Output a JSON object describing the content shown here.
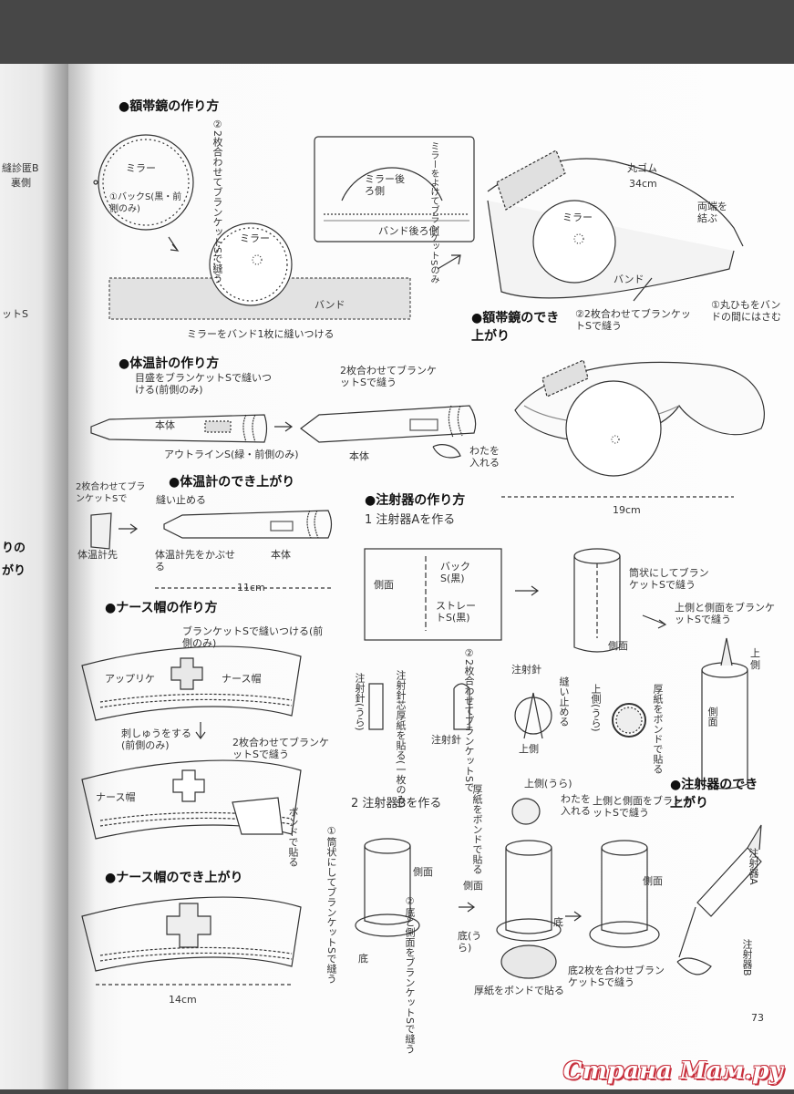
{
  "left_page": {
    "l1": "縫診匿B",
    "l2": "裏側",
    "l3": "ットS",
    "l4": "りの",
    "l5": "がり"
  },
  "mirror": {
    "heading": "●額帯鏡の作り方",
    "step2": "②2枚合わせてブランケットSで縫う",
    "mirror1": "ミラー",
    "step1": "①バックS(黒・前側のみ)",
    "mirror2": "ミラー",
    "band": "バンド",
    "caption": "ミラーをバンド1枚に縫いつける",
    "box_note": "ミラーをよけてブランケットSのみ",
    "back_label": "ミラー後ろ側",
    "band_back": "バンド後ろ側",
    "elastic": "丸ゴム",
    "elastic_len": "34cm",
    "tie": "両端を結ぶ",
    "mirror3": "ミラー",
    "band2": "バンド",
    "step2b": "②2枚合わせてブランケットSで縫う",
    "step1b": "①丸ひもをバンドの間にはさむ",
    "done_heading": "●額帯鏡のでき上がり",
    "done_width": "19cm"
  },
  "thermo": {
    "heading": "●体温計の作り方",
    "scale": "目盛をブランケットSで縫いつける(前側のみ)",
    "body": "本体",
    "outline": "アウトラインS(緑・前側のみ)",
    "step2": "2枚合わせてブランケットSで縫う",
    "body2": "本体",
    "cotton": "わたを入れる",
    "done_heading": "●体温計のでき上がり",
    "note2": "2枚合わせてブランケットSで",
    "stop": "縫い止める",
    "tip": "体温計先",
    "cover": "体温計先をかぶせる",
    "body3": "本体",
    "length": "11cm"
  },
  "cap": {
    "heading": "●ナース帽の作り方",
    "sew_note": "ブランケットSで縫いつける(前側のみ)",
    "applique": "アップリケ",
    "cap": "ナース帽",
    "embroider": "刺しゅうをする(前側のみ)",
    "step2": "2枚合わせてブランケットSで縫う",
    "cap2": "ナース帽",
    "glue": "ボンドで貼る",
    "done_heading": "●ナース帽のでき上がり",
    "length": "14cm"
  },
  "syringe": {
    "heading": "●注射器の作り方",
    "sub_a": "1 注射器Aを作る",
    "side": "側面",
    "back": "バックS(黒)",
    "straight": "ストレートS(黒)",
    "tube": "筒状にしてブランケットSで縫う",
    "side2": "側面",
    "join": "上側と側面をブランケットSで縫う",
    "top": "上側",
    "needle_back": "注射針(うら)",
    "needle_core": "注射針芯厚紙を貼る(一枚のみ)",
    "sew2": "②2枚合わせてブランケットSで",
    "needle": "注射針",
    "needle2": "注射針",
    "stop": "縫い止める",
    "top2": "上側",
    "top_back": "上側(うら)",
    "board": "厚紙をボンドで貼る",
    "side3": "側面",
    "done_heading": "●注射器のでき上がり",
    "sub_b": "2 注射器Bを作る",
    "b_board": "厚紙をボンドで貼る",
    "b_top_back": "上側(うら)",
    "b_cotton": "わたを入れる",
    "b_join": "上側と側面をブランケットSで縫う",
    "b_tube": "①筒状にしてブランケットSで縫う",
    "b_side": "側面",
    "b_bottom_note": "②底と側面をブランケットSで縫う",
    "b_side2": "側面",
    "b_base_back": "底(うら)",
    "b_base": "底",
    "b_bottom": "底",
    "b_side3": "側面",
    "b_board2": "厚紙をボンドで貼る",
    "b_two": "底2枚を合わせブランケットSで縫う",
    "label_a": "注射器A",
    "label_b": "注射器B"
  },
  "page_number": "73",
  "watermark": "Страна Мам.ру"
}
